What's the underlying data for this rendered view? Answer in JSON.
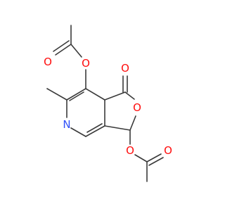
{
  "molecule": {
    "atom_colors": {
      "O": "#ff0d0d",
      "N": "#3050f8",
      "C": "#3a3a3a"
    },
    "labels": {
      "o_acetoxy_top_carbonyl": "O",
      "o_acetoxy_top_ester": "O",
      "o_lactone_carbonyl": "O",
      "o_ring": "O",
      "n_pyridine": "N",
      "o_acetoxy_bottom_ester": "O",
      "o_acetoxy_bottom_carbonyl": "O"
    }
  }
}
